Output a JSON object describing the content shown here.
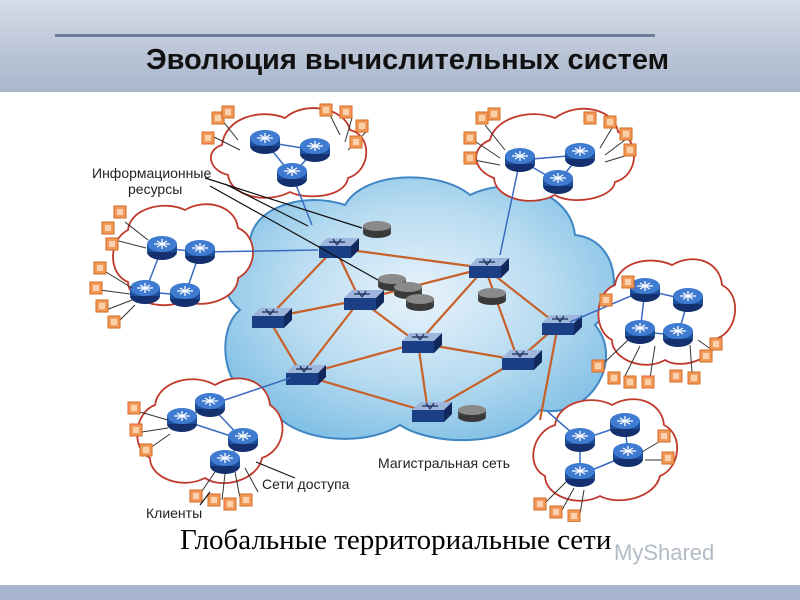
{
  "header": {
    "title": "Эволюция вычислительных систем"
  },
  "diagram": {
    "labels": {
      "info_resources_line1": "Информационные",
      "info_resources_line2": "ресурсы",
      "backbone": "Магистральная сеть",
      "access_networks": "Сети доступа",
      "clients": "Клиенты"
    }
  },
  "caption": "Глобальные территориальные сети",
  "watermark": "MyShared"
}
